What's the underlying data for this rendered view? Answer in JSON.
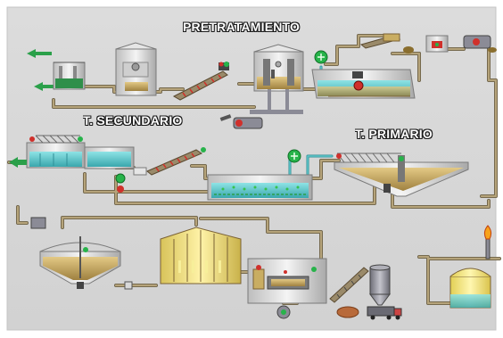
{
  "colors": {
    "background": "#d9d9d9",
    "pipe": "#b5a37a",
    "pipe_dark": "#6e6248",
    "water": "#5fc6c9",
    "water_dark": "#2f8f97",
    "sludge": "#c9ad62",
    "sludge_dark": "#8a6e2e",
    "tank_wall": "#eeeeee",
    "tank_edge": "#7a7a7a",
    "pump_green": "#27b34a",
    "pump_red": "#d0302b",
    "air_green": "#37c24d",
    "structure": "#8b8b96",
    "gas_holder": "#f2e07a",
    "flame": "#f7a21b"
  },
  "labels": {
    "pretratamiento": "PRETRATAMIENTO",
    "secundario": "T. SECUNDARIO",
    "primario": "T. PRIMARIO"
  },
  "icons": {
    "inlet": "arrow-left-icon",
    "outlet": "arrow-left-icon",
    "pump": "pump-icon",
    "valve": "valve-icon",
    "blower": "blower-icon",
    "flame": "flame-icon"
  }
}
